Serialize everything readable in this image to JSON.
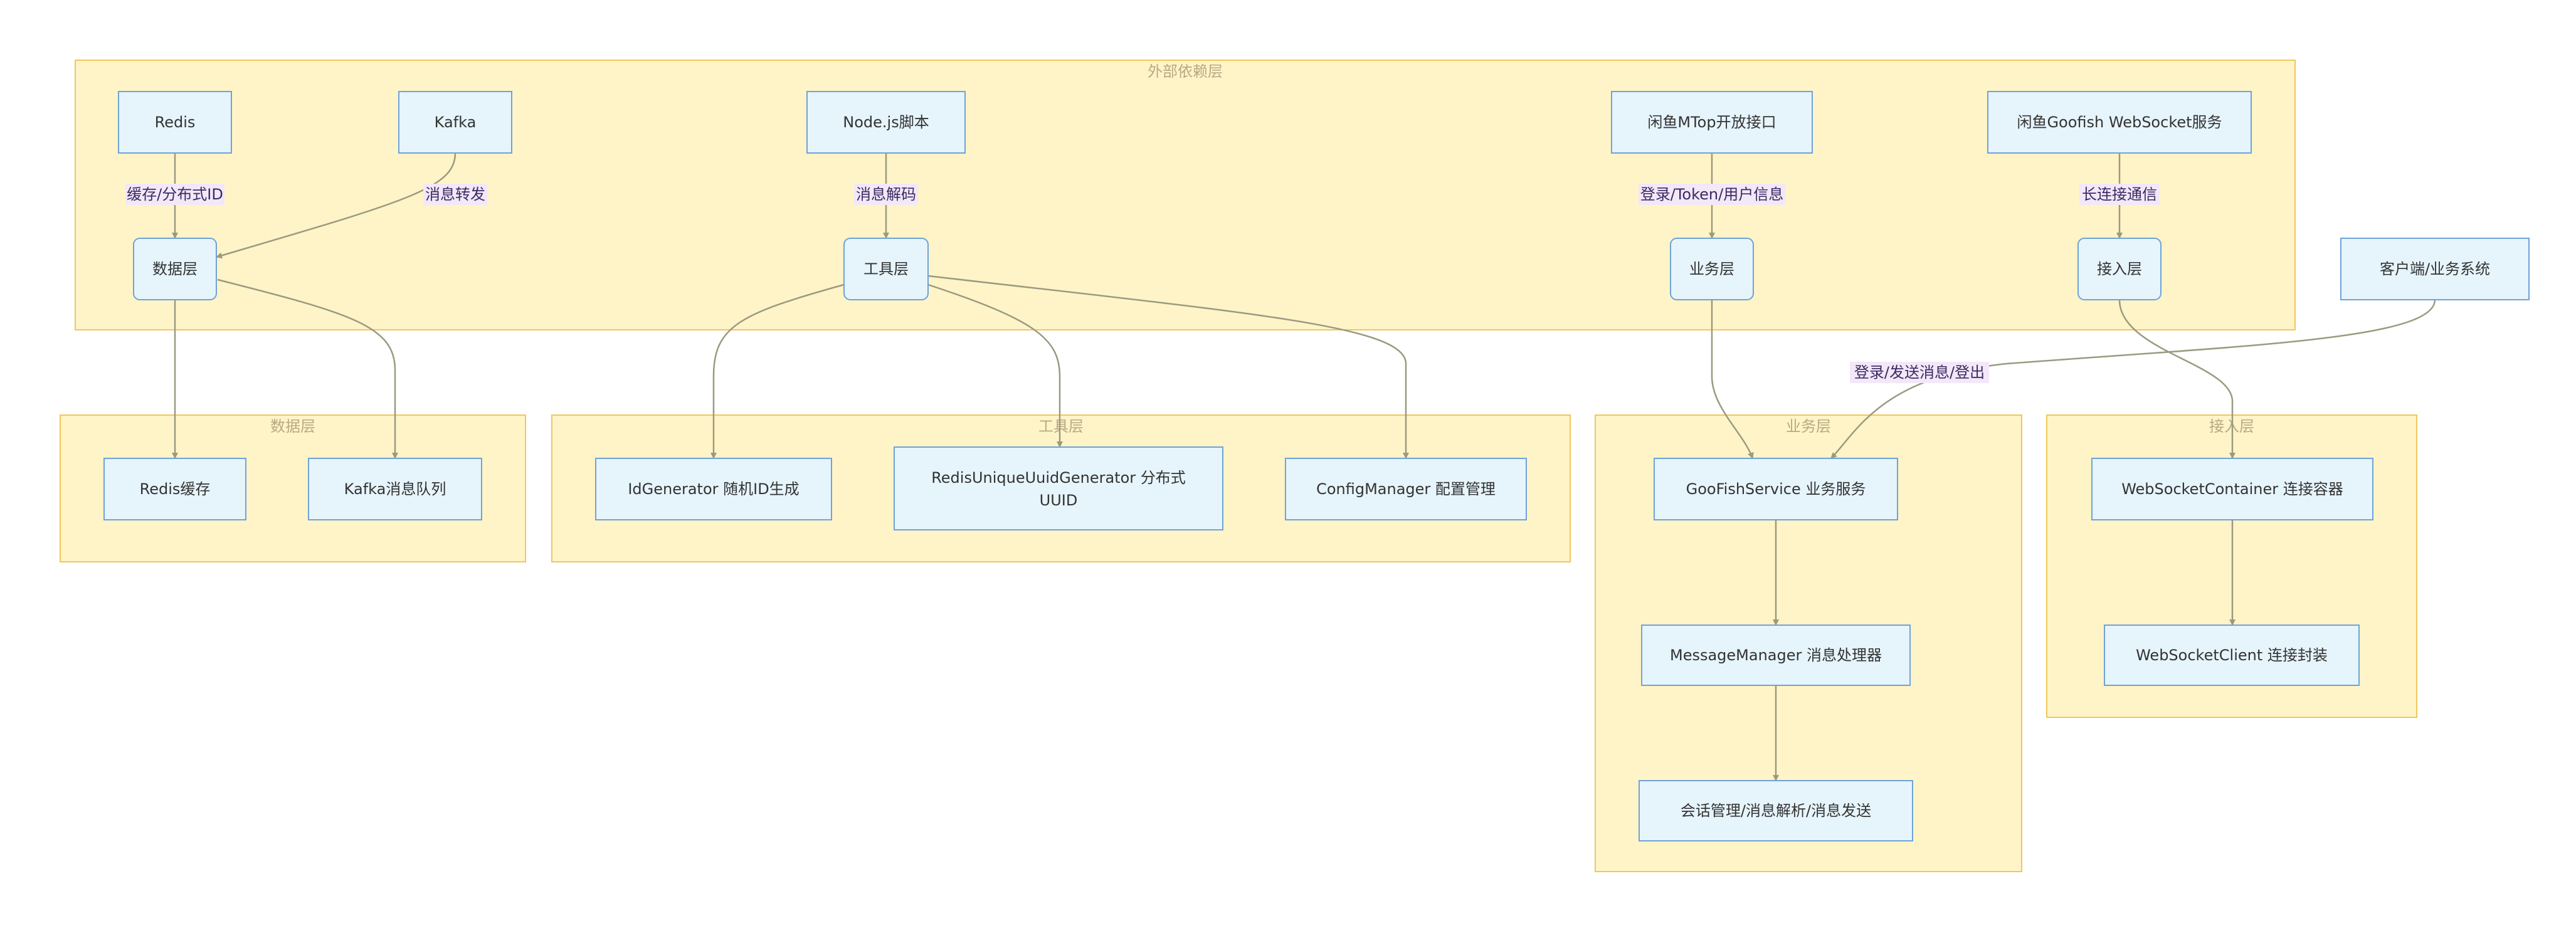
{
  "clusters": {
    "external": {
      "label": "外部依赖层"
    },
    "data": {
      "label": "数据层"
    },
    "tool": {
      "label": "工具层"
    },
    "business": {
      "label": "业务层"
    },
    "access": {
      "label": "接入层"
    }
  },
  "nodes": {
    "redis": {
      "label": "Redis"
    },
    "kafka": {
      "label": "Kafka"
    },
    "nodejs": {
      "label": "Node.js脚本"
    },
    "mtop": {
      "label": "闲鱼MTop开放接口"
    },
    "goofish_ws": {
      "label": "闲鱼Goofish WebSocket服务"
    },
    "data_layer": {
      "label": "数据层"
    },
    "tool_layer": {
      "label": "工具层"
    },
    "business_layer": {
      "label": "业务层"
    },
    "access_layer": {
      "label": "接入层"
    },
    "client": {
      "label": "客户端/业务系统"
    },
    "redis_cache": {
      "label": "Redis缓存"
    },
    "kafka_queue": {
      "label": "Kafka消息队列"
    },
    "id_generator": {
      "label": "IdGenerator 随机ID生成"
    },
    "redis_uuid": {
      "lines": [
        "RedisUniqueUuidGenerator 分布式",
        "UUID"
      ]
    },
    "config_manager": {
      "label": "ConfigManager 配置管理"
    },
    "goofish_service": {
      "label": "GooFishService 业务服务"
    },
    "message_manager": {
      "label": "MessageManager 消息处理器"
    },
    "session_mgmt": {
      "label": "会话管理/消息解析/消息发送"
    },
    "ws_container": {
      "label": "WebSocketContainer 连接容器"
    },
    "ws_client": {
      "label": "WebSocketClient 连接封装"
    }
  },
  "edge_labels": {
    "redis_to_data": "缓存/分布式ID",
    "kafka_to_data": "消息转发",
    "nodejs_to_tool": "消息解码",
    "mtop_to_business": "登录/Token/用户信息",
    "ws_to_access": "长连接通信",
    "client_to_service": "登录/发送消息/登出"
  }
}
